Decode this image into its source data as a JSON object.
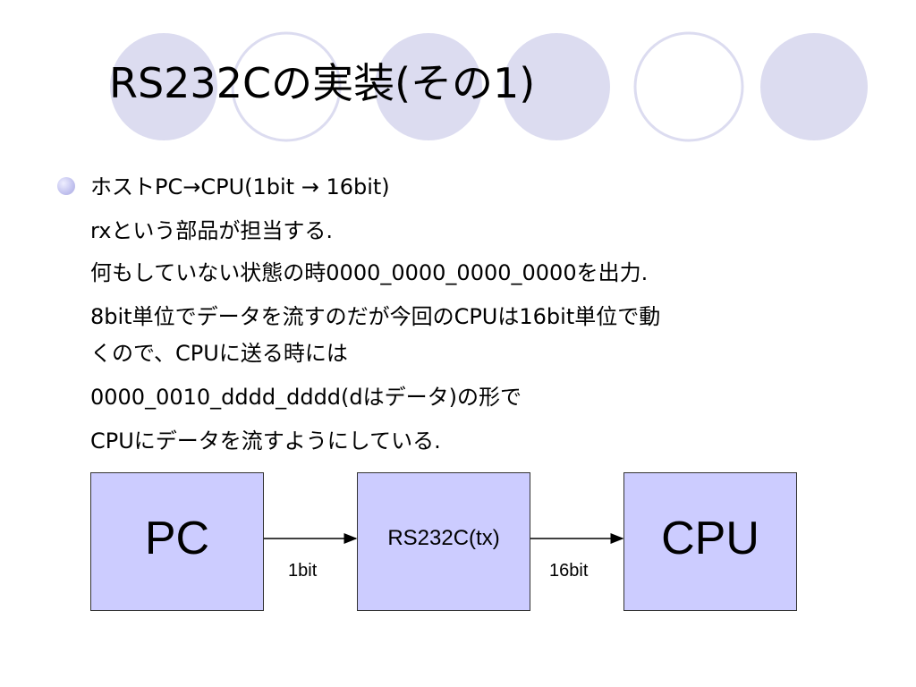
{
  "slide": {
    "title": "RS232Cの実装(その1)",
    "bullet": {
      "heading": "ホストPC→CPU(1bit → 16bit)",
      "lines": [
        "rxという部品が担当する.",
        "何もしていない状態の時0000_0000_0000_0000を出力.",
        "8bit単位でデータを流すのだが今回のCPUは16bit単位で動",
        "くので、CPUに送る時には",
        "0000_0010_dddd_dddd(dはデータ)の形で",
        "CPUにデータを流すようにしている."
      ]
    }
  },
  "diagram": {
    "nodes": {
      "pc": "PC",
      "rs232c": "RS232C(tx)",
      "cpu": "CPU"
    },
    "edges": {
      "pc_to_rs232c": "1bit",
      "rs232c_to_cpu": "16bit"
    }
  },
  "colors": {
    "box_fill": "#ccccff",
    "circle_fill": "#dcdcf0",
    "circle_stroke": "#dcdcf0"
  }
}
